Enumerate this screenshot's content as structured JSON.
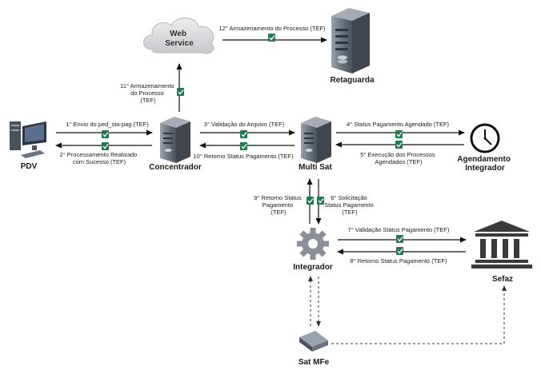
{
  "nodes": {
    "web_service": "Web\nService",
    "retaguarda": "Retaguarda",
    "pdv": "PDV",
    "concentrador": "Concentrador",
    "multi_sat": "Multi Sat",
    "agendamento": "Agendamento\nIntegrador",
    "integrador": "Integrador",
    "sefaz": "Sefaz",
    "sat_mfe": "Sat MFe"
  },
  "steps": {
    "s1": "1° Envio do ped_sta-pag (TEF)",
    "s2": "2° Processamento Realizado\ncom Sucesso (TEF)",
    "s3": "3° Validação do Arquivo (TEF)",
    "s4": "4° Status Pagamento Agendado (TEF)",
    "s5": "5° Execução dos Processos\nAgendados (TEF)",
    "s6": "6° Solicitação\nStatus Pagamento\n(TEF)",
    "s7": "7° Validação Status Pagamento (TEF)",
    "s8": "8° Retorno Status Pagamento (TEF)",
    "s9": "9° Retorno Status\nPagamento\n(TEF)",
    "s10": "10° Retorno Status Pagamento (TEF)",
    "s11": "11° Armazenamento\ndo Processo\n(TEF)",
    "s12": "12° Armazenamento do Processo (TEF)"
  },
  "colors": {
    "doc_icon": "#1f7a4d",
    "server_body": "#6b7480",
    "server_dark": "#3f4650",
    "cloud": "#d9dadc",
    "building": "#3a3a3a"
  }
}
